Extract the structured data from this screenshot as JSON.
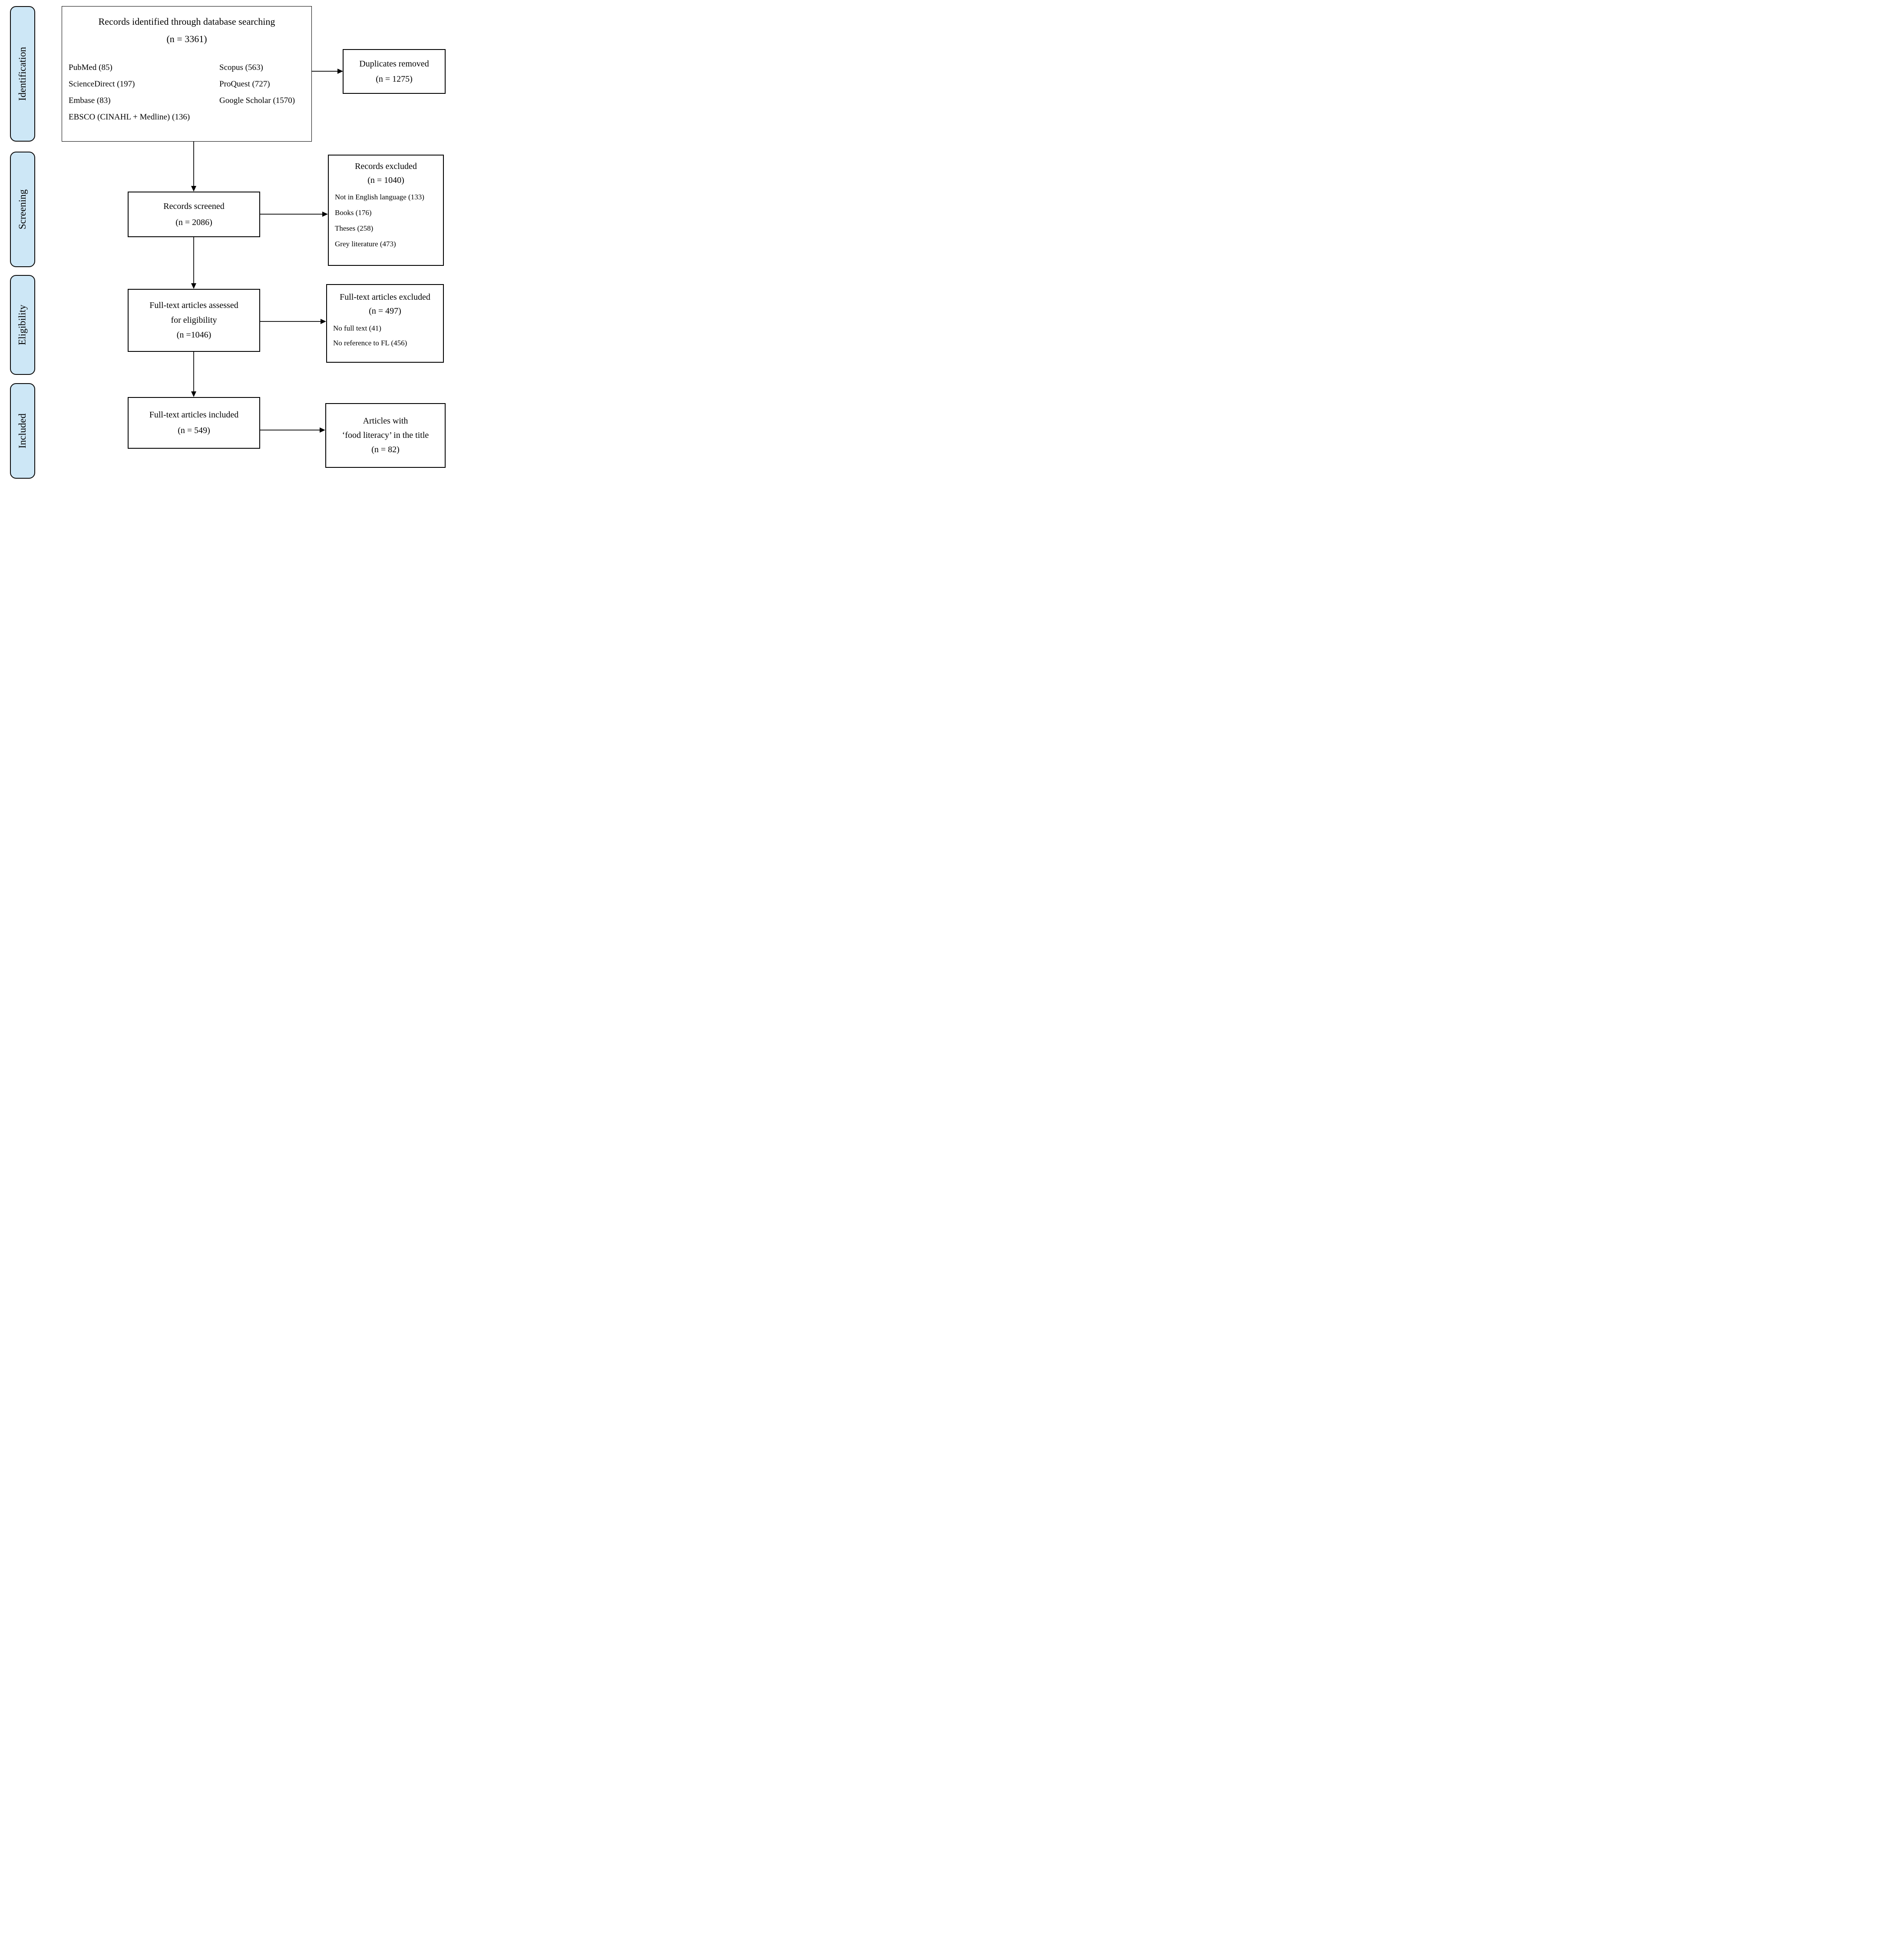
{
  "stages": [
    "Identification",
    "Screening",
    "Eligibility",
    "Included"
  ],
  "boxes": {
    "identified": {
      "title": "Records identified through database searching",
      "count": "(n = 3361)",
      "sources_left": [
        "PubMed (85)",
        "ScienceDirect (197)",
        "Embase (83)",
        "EBSCO (CINAHL + Medline) (136)"
      ],
      "sources_right": [
        "Scopus (563)",
        "ProQuest (727)",
        "Google Scholar (1570)"
      ]
    },
    "duplicates": {
      "title": "Duplicates removed",
      "count": "(n = 1275)"
    },
    "screened": {
      "title": "Records screened",
      "count": "(n = 2086)"
    },
    "records_excluded": {
      "title": "Records excluded",
      "count": "(n = 1040)",
      "reasons": [
        "Not in English language (133)",
        "Books (176)",
        "Theses (258)",
        "Grey literature (473)"
      ]
    },
    "fulltext_assessed": {
      "line1": "Full-text articles assessed",
      "line2": "for eligibility",
      "count": "(n =1046)"
    },
    "fulltext_excluded": {
      "title": "Full-text articles excluded",
      "count": "(n = 497)",
      "reasons": [
        "No full text (41)",
        "No reference to FL (456)"
      ]
    },
    "fulltext_included": {
      "title": "Full-text articles included",
      "count": "(n = 549)"
    },
    "food_literacy": {
      "line1": "Articles with",
      "line2": "‘food literacy’ in the title",
      "count": "(n = 82)"
    }
  },
  "colors": {
    "stage_fill": "#cde7f6",
    "box_border": "#000000",
    "arrow": "#000000"
  }
}
